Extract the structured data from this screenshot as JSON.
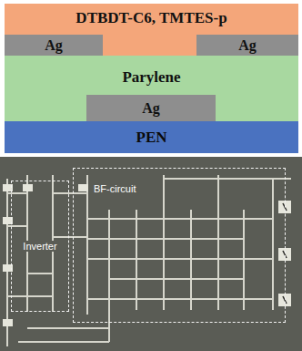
{
  "diagram": {
    "nodes": [
      {
        "text": [
          "DTBDT-C6, TMTES-p"
        ]
      },
      {
        "text": [
          "Ag"
        ]
      },
      {
        "text": [
          "Ag"
        ]
      },
      {
        "text": [
          "Parylene"
        ]
      },
      {
        "text": [
          "Ag"
        ]
      },
      {
        "text": [
          "PEN"
        ]
      },
      {
        "text": [
          "Inverter"
        ]
      },
      {
        "text": [
          "BF-circuit"
        ]
      }
    ],
    "edges": []
  }
}
